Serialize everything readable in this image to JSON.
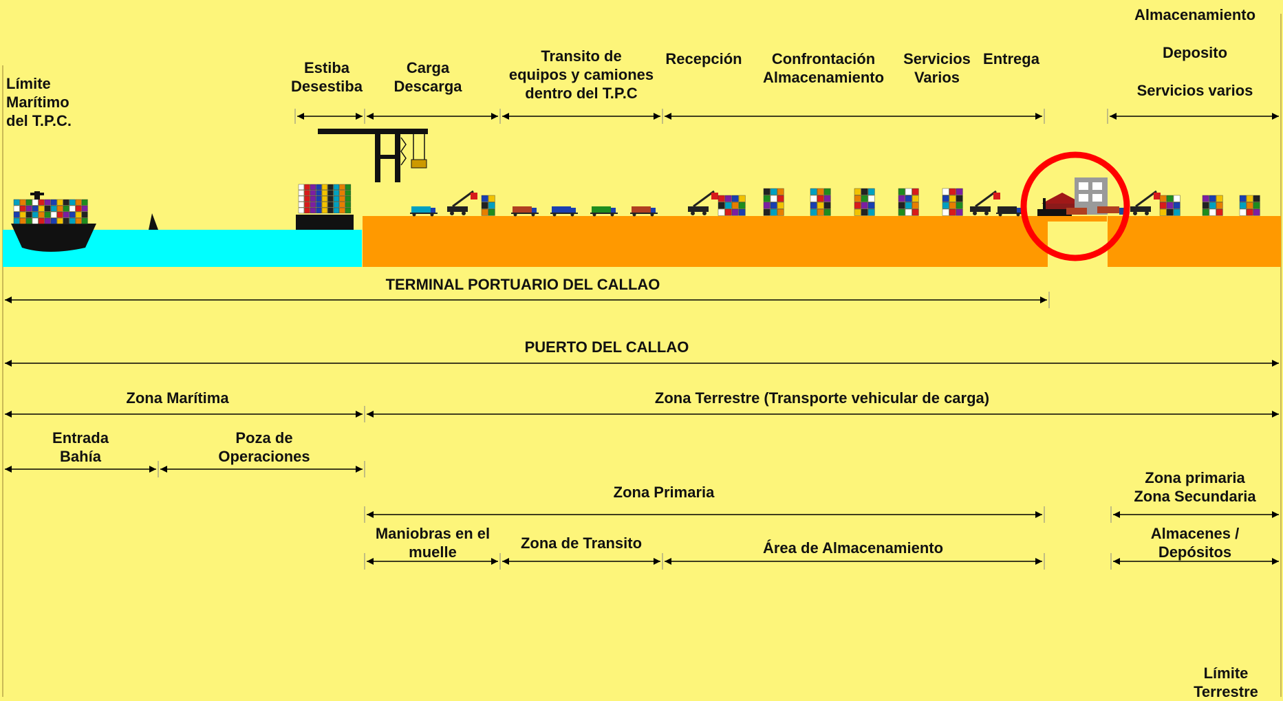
{
  "labels": {
    "limite_maritimo": "Límite\nMarítimo\ndel T.P.C.",
    "estiba": "Estiba\nDesestiba",
    "carga": "Carga\nDescarga",
    "transito": "Transito de\nequipos y camiones\ndentro del T.P.C",
    "recepcion": "Recepción",
    "confrontacion": "Confrontación\nAlmacenamiento",
    "servicios": "Servicios\nVarios",
    "entrega": "Entrega",
    "almacenamiento": "Almacenamiento",
    "deposito": "Deposito",
    "servicios_varios": "Servicios varios",
    "terminal": "TERMINAL PORTUARIO DEL CALLAO",
    "puerto": "PUERTO DEL CALLAO",
    "zona_maritima": "Zona Marítima",
    "zona_terrestre": "Zona Terrestre (Transporte vehicular de carga)",
    "entrada": "Entrada\nBahía",
    "poza": "Poza de\nOperaciones",
    "zona_primaria": "Zona Primaria",
    "zona_prim_sec": "Zona primaria\nZona Secundaria",
    "maniobras": "Maniobras en el\nmuelle",
    "zona_transito": "Zona de Transito",
    "area_almacenamiento": "Área de Almacenamiento",
    "almacenes": "Almacenes /\nDepósitos",
    "limite_terrestre": "Límite\nTerrestre"
  },
  "colors": {
    "background": "#fdf57a",
    "sea": "#00ffff",
    "land": "#ff9900",
    "highlight": "#ff0000",
    "line": "#000000"
  },
  "icons": [
    "container-ship-icon",
    "buoy-icon",
    "barge-icon",
    "gantry-crane-icon",
    "reach-stacker-icon",
    "truck-icon",
    "container-stack-icon",
    "warehouse-icon",
    "office-building-icon"
  ]
}
